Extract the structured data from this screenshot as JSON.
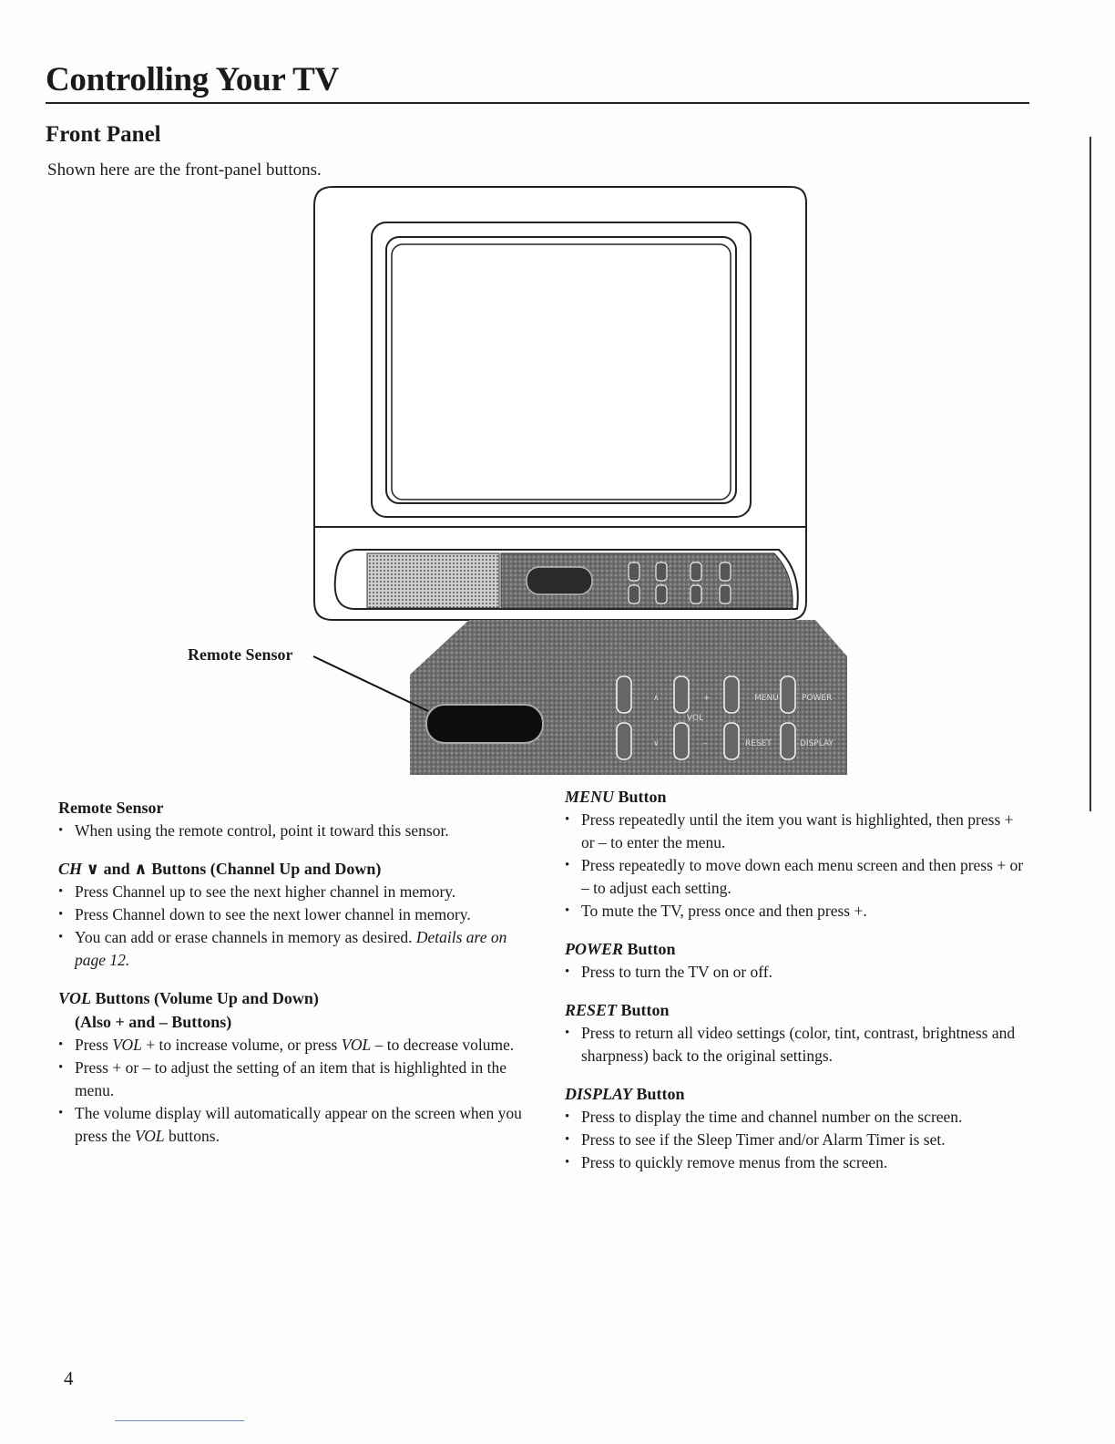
{
  "header": {
    "title": "Controlling Your TV",
    "section": "Front Panel",
    "intro": "Shown here are the front-panel buttons."
  },
  "diagram": {
    "callout": "Remote Sensor",
    "panel_labels": {
      "menu": "MENU",
      "vol_minus": "VOL",
      "power": "POWER",
      "reset": "RESET",
      "display": "DISPLAY"
    }
  },
  "left_column": {
    "remote_sensor": {
      "heading": "Remote Sensor",
      "bullets": [
        "When using the remote control, point it toward this sensor."
      ]
    },
    "ch": {
      "heading_italic": "CH",
      "heading_rest": " ∨ and ∧ Buttons (Channel Up and Down)",
      "bullets": [
        "Press Channel up to see the next higher channel in memory.",
        "Press Channel down to see the next lower channel in memory."
      ],
      "bullet3_text": "You can add or erase channels in memory as desired. ",
      "bullet3_italic": "Details are on page 12."
    },
    "vol": {
      "heading_italic": "VOL",
      "heading_rest": " Buttons (Volume Up and Down)",
      "subheading": "(Also + and – Buttons)",
      "bullet1_a": "Press ",
      "bullet1_vol_plus": "VOL",
      "bullet1_b": " + to increase volume, or press ",
      "bullet1_vol_minus": "VOL",
      "bullet1_c": " – to decrease volume.",
      "bullet2": "Press + or – to adjust the setting of an item that is highlighted in the menu.",
      "bullet3_a": "The volume display will automatically appear on the screen when you press the ",
      "bullet3_vol": "VOL",
      "bullet3_b": " buttons."
    }
  },
  "right_column": {
    "menu": {
      "heading_italic": "MENU",
      "heading_rest": " Button",
      "bullets": [
        "Press repeatedly until the item you want is highlighted, then press + or – to enter the menu.",
        "Press repeatedly to move down each menu screen and then press + or – to adjust each setting.",
        "To mute the TV, press once and then press +."
      ]
    },
    "power": {
      "heading_italic": "POWER",
      "heading_rest": " Button",
      "bullets": [
        "Press to turn the TV on or off."
      ]
    },
    "reset": {
      "heading_italic": "RESET",
      "heading_rest": " Button",
      "bullets": [
        "Press to return all video settings (color, tint, contrast, brightness and sharpness) back to the original settings."
      ]
    },
    "display": {
      "heading_italic": "DISPLAY",
      "heading_rest": " Button",
      "bullets": [
        "Press to display the time and channel number on the screen.",
        "Press to see if the Sleep Timer and/or Alarm Timer is set.",
        "Press to quickly remove menus from the screen."
      ]
    }
  },
  "footer": {
    "page_number": "4"
  }
}
